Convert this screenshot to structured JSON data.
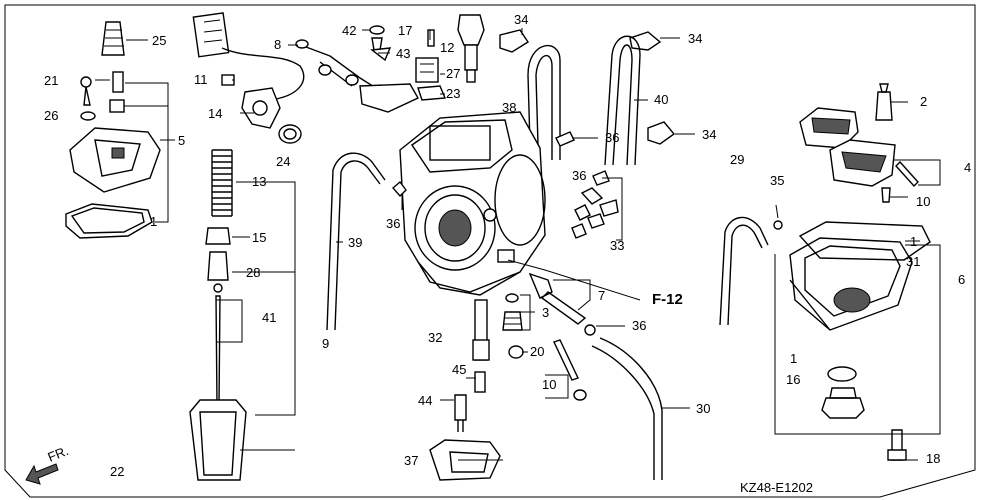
{
  "diagram": {
    "code": "KZ48-E1202",
    "direction_label": "FR.",
    "labels": {
      "n1a": "1",
      "n1b": "1",
      "n1c": "1",
      "n2": "2",
      "n3": "3",
      "n4": "4",
      "n5": "5",
      "n6": "6",
      "n7": "7",
      "n8": "8",
      "n9": "9",
      "n10a": "10",
      "n10b": "10",
      "n11": "11",
      "n12": "12",
      "n13": "13",
      "n14": "14",
      "n15": "15",
      "n16": "16",
      "n17": "17",
      "n18": "18",
      "n20": "20",
      "n21": "21",
      "n22": "22",
      "n23": "23",
      "n24": "24",
      "n25": "25",
      "n26": "26",
      "n27": "27",
      "n28": "28",
      "n29": "29",
      "n30": "30",
      "n31": "31",
      "n32": "32",
      "n33": "33",
      "n34a": "34",
      "n34b": "34",
      "n34c": "34",
      "n35": "35",
      "n36a": "36",
      "n36b": "36",
      "n36c": "36",
      "n36d": "36",
      "n37": "37",
      "n38": "38",
      "n39": "39",
      "n40": "40",
      "n41": "41",
      "n42": "42",
      "n43": "43",
      "n44": "44",
      "n45": "45",
      "ref": "F-12"
    }
  }
}
